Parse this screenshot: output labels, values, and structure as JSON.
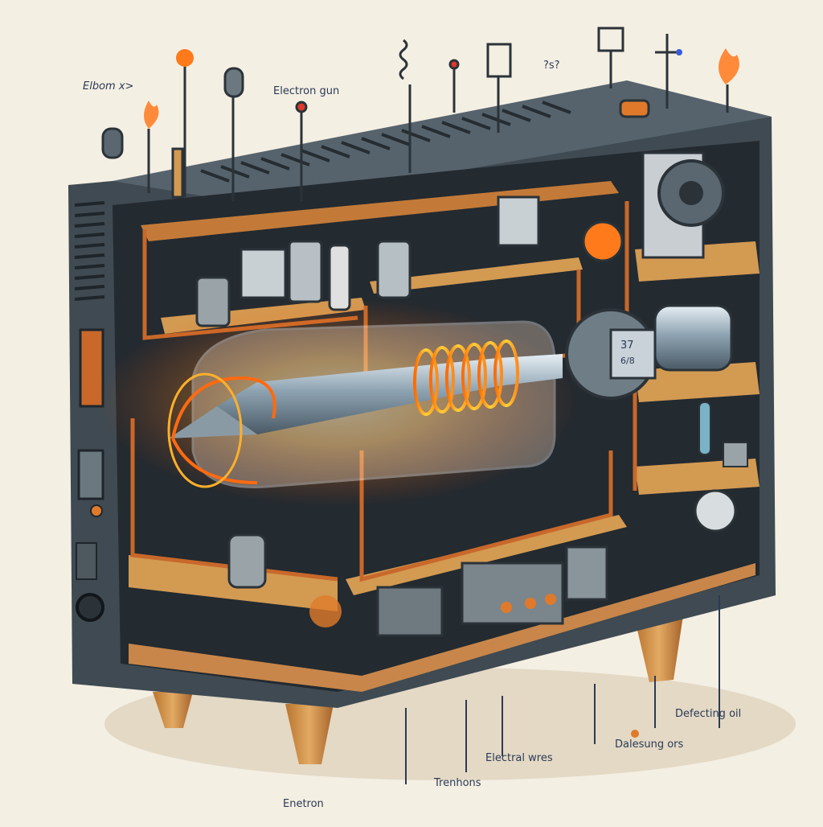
{
  "labels": {
    "top_left": "Elbom x>",
    "electron_gun": "Electron gun",
    "question_marks": "?s?",
    "deflecting_coil": "Defecting oil",
    "deflecting_ors": "Dalesung ors",
    "electrical_wires": "Electral wres",
    "trenons": "Trenhons",
    "electron": "Enetron",
    "tube_marking": "37\n6/8"
  },
  "colors": {
    "background": "#f4efe3",
    "cabinet": "#3f4a52",
    "cabinet_dark": "#2b3339",
    "wood": "#d39a52",
    "copper": "#c8682a",
    "glow": "#ff7a1a",
    "glow_core": "#ffd23a",
    "steel": "#9fb0bd",
    "ink": "#2b3a55"
  }
}
